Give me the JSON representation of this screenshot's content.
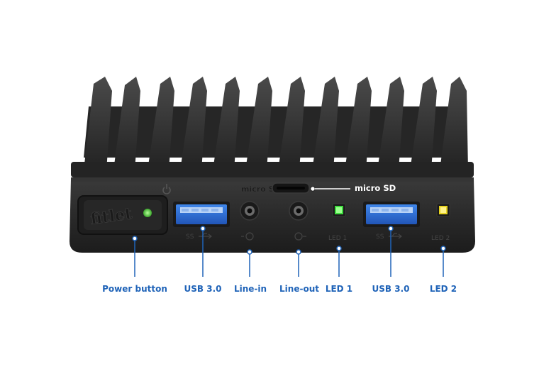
{
  "colors": {
    "label_blue": "#1f63b8",
    "device_body": "#2b2b2b",
    "usb_blue": "#2f6fd6",
    "led1_green": "#3ddc3d",
    "led2_yellow": "#e6d21e",
    "power_led_green": "#5fd34a"
  },
  "device": {
    "logo_text": "fitlet",
    "embossed": {
      "micro_sd": "micro SD",
      "usb_ss_left": "SS",
      "usb_ss_right": "SS",
      "led1": "LED 1",
      "led2": "LED 2"
    },
    "icons": [
      "power-icon",
      "usb-icon",
      "audio-in-icon",
      "audio-out-icon"
    ]
  },
  "callouts": {
    "micro_sd": "micro SD"
  },
  "labels": {
    "power_button": "Power button",
    "usb_left": "USB 3.0",
    "line_in": "Line-in",
    "line_out": "Line-out",
    "led1": "LED 1",
    "usb_right": "USB 3.0",
    "led2": "LED 2"
  }
}
